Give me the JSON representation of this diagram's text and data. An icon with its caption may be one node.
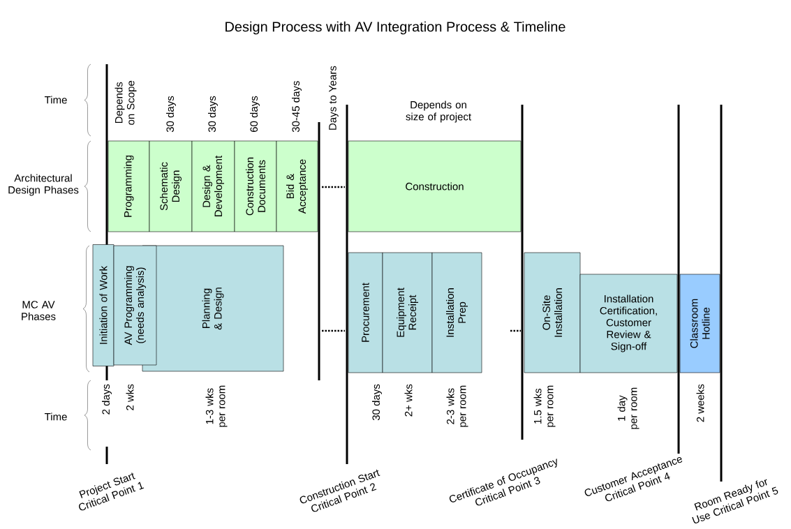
{
  "diagram": {
    "title": "Design Process with AV Integration Process & Timeline",
    "nodes": [
      {
        "text": [
          "Programming"
        ],
        "beside": [
          "Depends on Scope"
        ]
      },
      {
        "text": [
          "Schematic Design"
        ],
        "beside": [
          "30 days"
        ]
      },
      {
        "text": [
          "Design & Development"
        ],
        "beside": [
          "30 days"
        ]
      },
      {
        "text": [
          "Construction Documents"
        ],
        "beside": [
          "60 days"
        ]
      },
      {
        "text": [
          "Bid & Acceptance"
        ],
        "beside": [
          "30-45 days"
        ]
      },
      {
        "text": [
          "Construction"
        ],
        "beside": [
          "Depends on size of project"
        ]
      },
      {
        "text": [
          "Initiation of Work"
        ],
        "beside": [
          "2 days"
        ]
      },
      {
        "text": [
          "AV Programming (needs analysis)"
        ],
        "beside": [
          "2 wks"
        ]
      },
      {
        "text": [
          "Planning & Design"
        ],
        "beside": [
          "1-3 wks per room"
        ]
      },
      {
        "text": [
          "Procurement"
        ],
        "beside": [
          "30 days"
        ]
      },
      {
        "text": [
          "Equipment Receipt"
        ],
        "beside": [
          "2+ wks"
        ]
      },
      {
        "text": [
          "Installation Prep"
        ],
        "beside": [
          "2-3 wks per room"
        ]
      },
      {
        "text": [
          "On-Site Installation"
        ],
        "beside": [
          "1.5 wks per room"
        ]
      },
      {
        "text": [
          "Installation Certification, Customer Review & Sign-off"
        ],
        "beside": [
          "1 day per room"
        ]
      },
      {
        "text": [
          "Classroom Hotline"
        ],
        "beside": [
          "2 weeks"
        ]
      }
    ],
    "labels": [
      "Time",
      "Architectural Design Phases",
      "MC AV Phases",
      "Time",
      "Days to Years",
      "Project Start Critical Point 1",
      "Construction Start Critical Point 2",
      "Certificate of Occupancy Critical Point 3",
      "Customer Acceptance Critical Point 4",
      "Room Ready for Use Critical Point 5"
    ]
  }
}
